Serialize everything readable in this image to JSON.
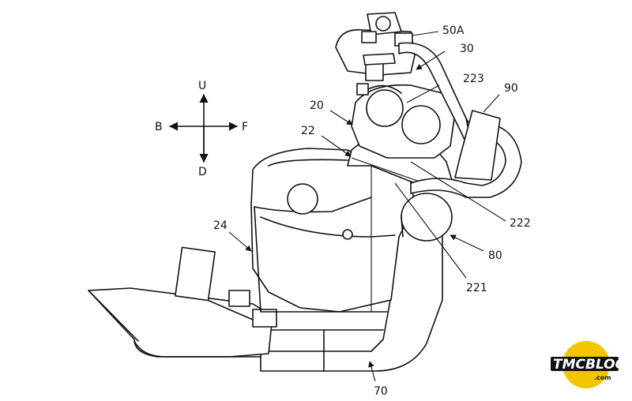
{
  "direction": {
    "up": "U",
    "down": "D",
    "back": "B",
    "front": "F"
  },
  "labels": {
    "l50a": "50A",
    "l30": "30",
    "l223": "223",
    "l90": "90",
    "l20": "20",
    "l22": "22",
    "l222": "222",
    "l24": "24",
    "l80": "80",
    "l221": "221",
    "l70": "70"
  },
  "logo": {
    "text": "TMCBLOG",
    "suffix": ".com",
    "accent": "#f5c400"
  }
}
